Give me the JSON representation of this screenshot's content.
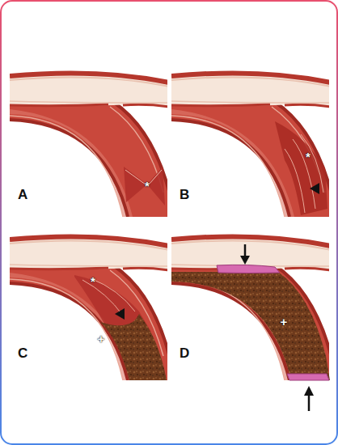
{
  "diagram": {
    "labels": [
      "*",
      "A",
      "*",
      "B",
      "*",
      "+",
      "C",
      "+",
      "D"
    ]
  }
}
